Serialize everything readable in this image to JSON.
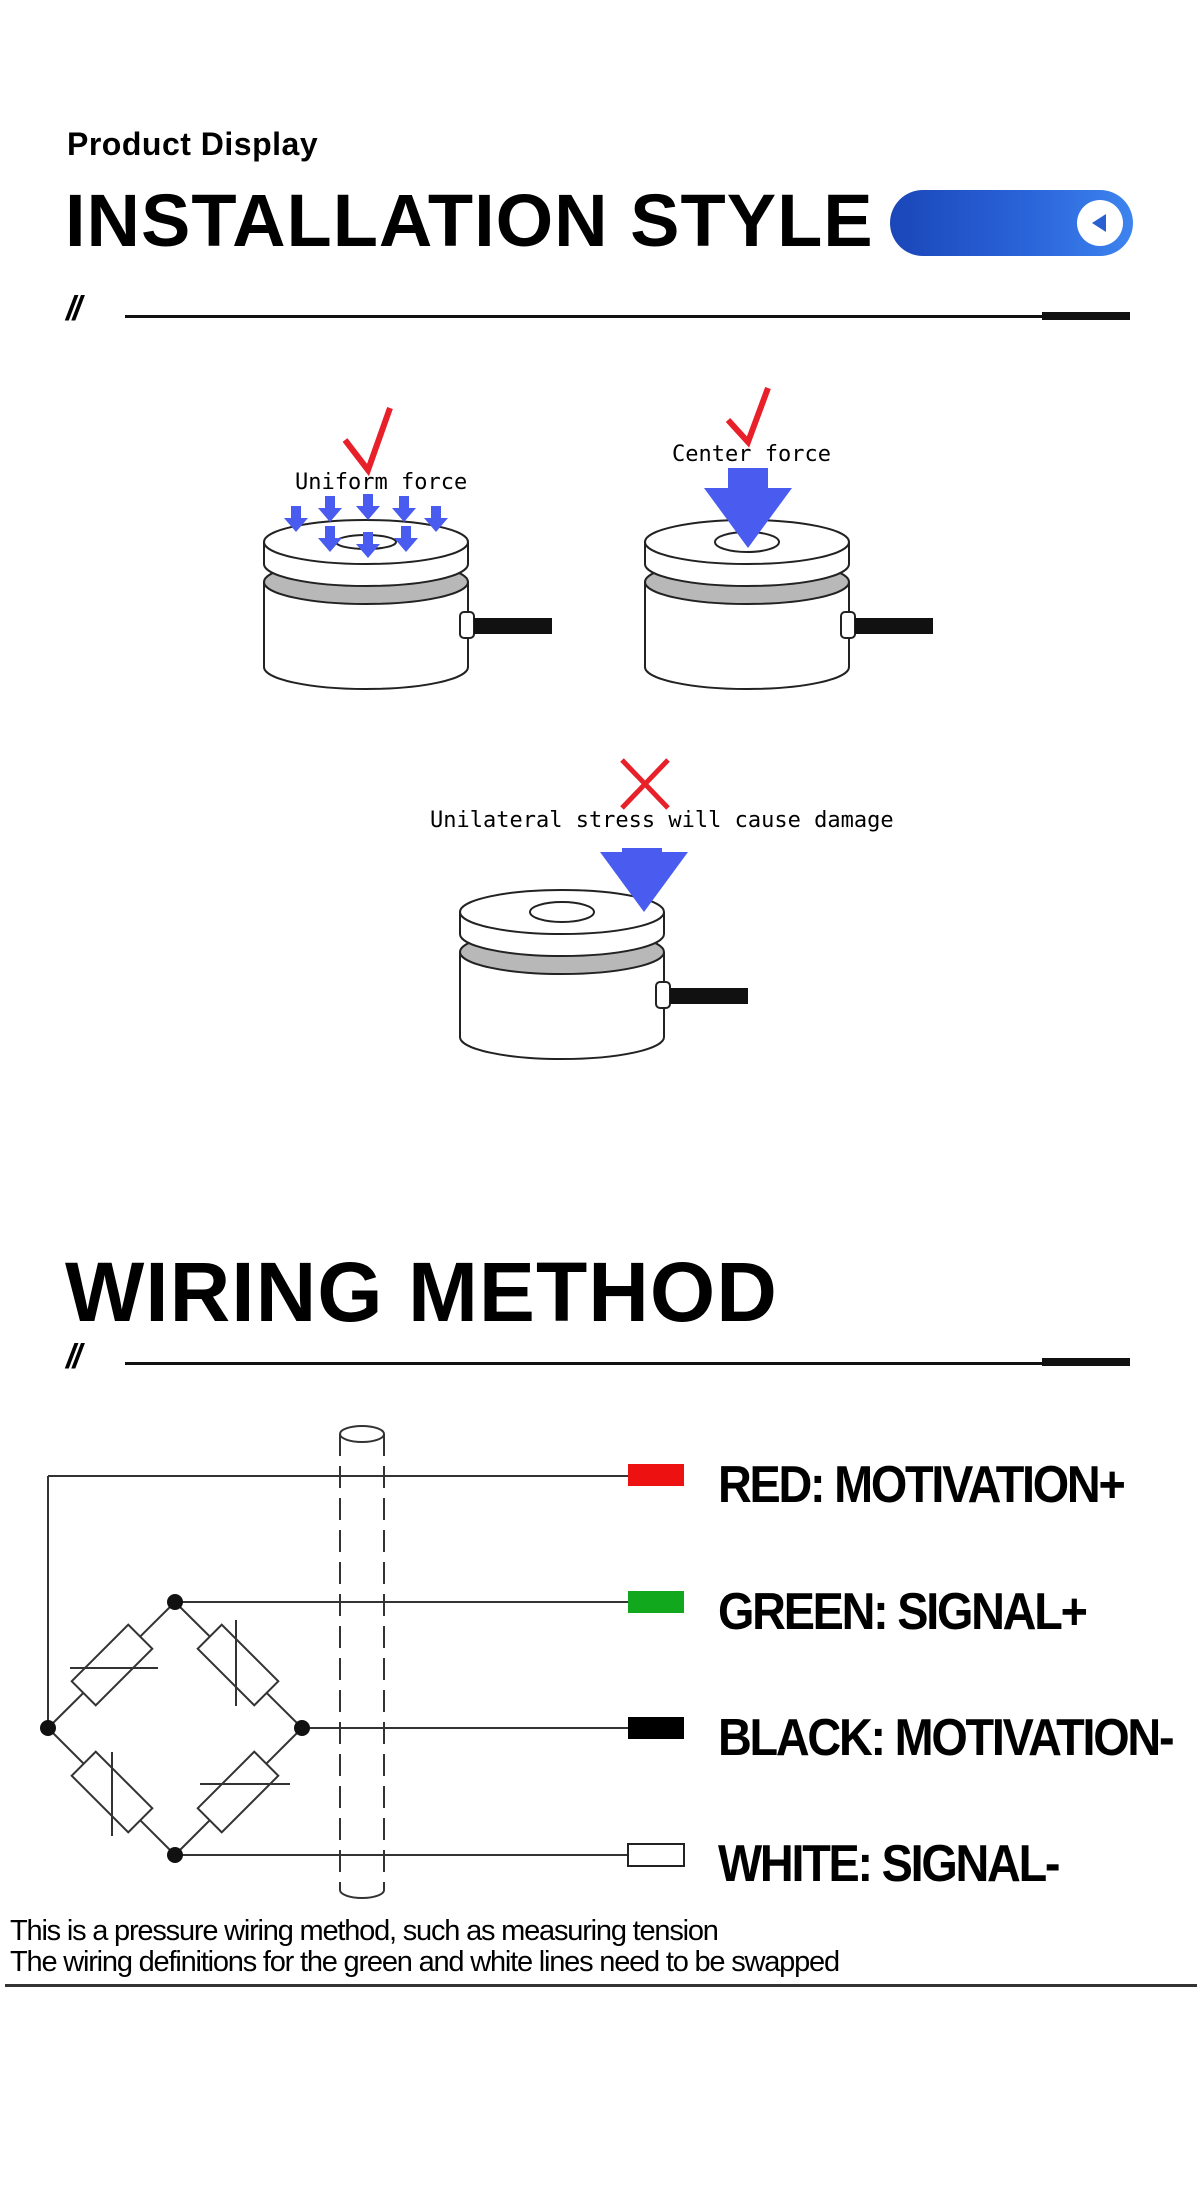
{
  "header": {
    "kicker": "Product  Display",
    "installation_title": "INSTALLATION  STYLE",
    "slashes": "//",
    "wiring_title": "WIRING  METHOD"
  },
  "installation": {
    "correct_mark": "√",
    "wrong_mark": "×",
    "uniform_label": "Uniform force",
    "center_label": "Center force",
    "unilateral_label": "Unilateral stress will cause damage"
  },
  "wiring": {
    "legend": [
      {
        "label": "RED: MOTIVATION+",
        "color": "#ee1111"
      },
      {
        "label": "GREEN: SIGNAL+",
        "color": "#12a81e"
      },
      {
        "label": "BLACK: MOTIVATION-",
        "color": "#000000"
      },
      {
        "label": "WHITE: SIGNAL-",
        "color": "#ffffff"
      }
    ],
    "note_line1": "This is a pressure wiring method, such as measuring tension",
    "note_line2": "The wiring definitions for the green and white lines need to be swapped"
  },
  "colors": {
    "badge_blue": "#2256c9",
    "arrow_blue": "#4a5cf0",
    "mark_red": "#e8202a"
  },
  "icons": {
    "badge_icon": "play-left-icon"
  }
}
